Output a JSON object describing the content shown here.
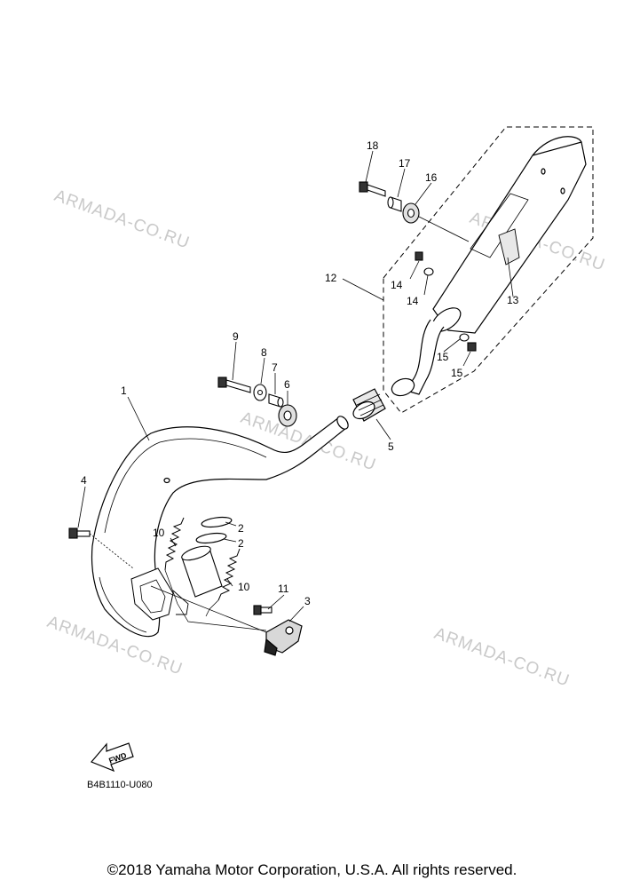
{
  "diagram": {
    "callouts": [
      {
        "id": "c1",
        "label": "1"
      },
      {
        "id": "c2a",
        "label": "2"
      },
      {
        "id": "c2b",
        "label": "2"
      },
      {
        "id": "c3",
        "label": "3"
      },
      {
        "id": "c4",
        "label": "4"
      },
      {
        "id": "c5",
        "label": "5"
      },
      {
        "id": "c6",
        "label": "6"
      },
      {
        "id": "c7",
        "label": "7"
      },
      {
        "id": "c8",
        "label": "8"
      },
      {
        "id": "c9",
        "label": "9"
      },
      {
        "id": "c10a",
        "label": "10"
      },
      {
        "id": "c10b",
        "label": "10"
      },
      {
        "id": "c11",
        "label": "11"
      },
      {
        "id": "c12",
        "label": "12"
      },
      {
        "id": "c13",
        "label": "13"
      },
      {
        "id": "c14a",
        "label": "14"
      },
      {
        "id": "c14b",
        "label": "14"
      },
      {
        "id": "c15a",
        "label": "15"
      },
      {
        "id": "c15b",
        "label": "15"
      },
      {
        "id": "c16",
        "label": "16"
      },
      {
        "id": "c17",
        "label": "17"
      },
      {
        "id": "c18",
        "label": "18"
      }
    ],
    "fwd_label": "FWD",
    "diagram_code": "B4B1110-U080"
  },
  "watermark": "ARMADA-CO.RU",
  "copyright": "©2018 Yamaha Motor Corporation, U.S.A. All rights reserved."
}
